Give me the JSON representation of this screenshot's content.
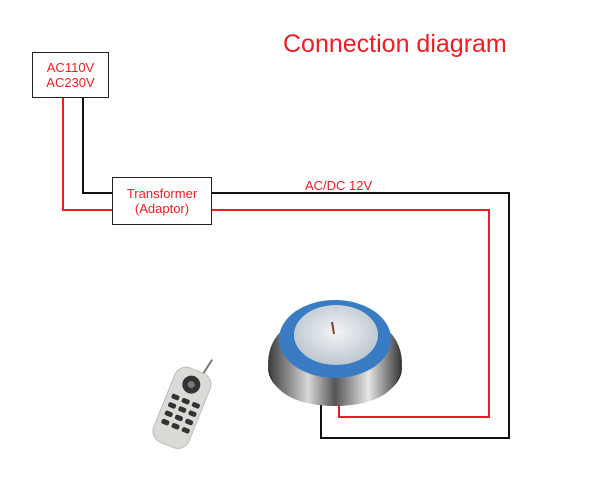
{
  "title": "Connection diagram",
  "power_source": {
    "line1": "AC110V",
    "line2": "AC230V"
  },
  "transformer": {
    "line1": "Transformer",
    "line2": "(Adaptor)"
  },
  "output_label": "AC/DC 12V",
  "colors": {
    "accent": "#ee1c25",
    "wire_black": "#111111",
    "wire_red": "#ee1c25",
    "light_ring": "#3a7cc4"
  },
  "components": {
    "light_icon": "pool-light-icon",
    "remote_icon": "remote-control-icon"
  }
}
